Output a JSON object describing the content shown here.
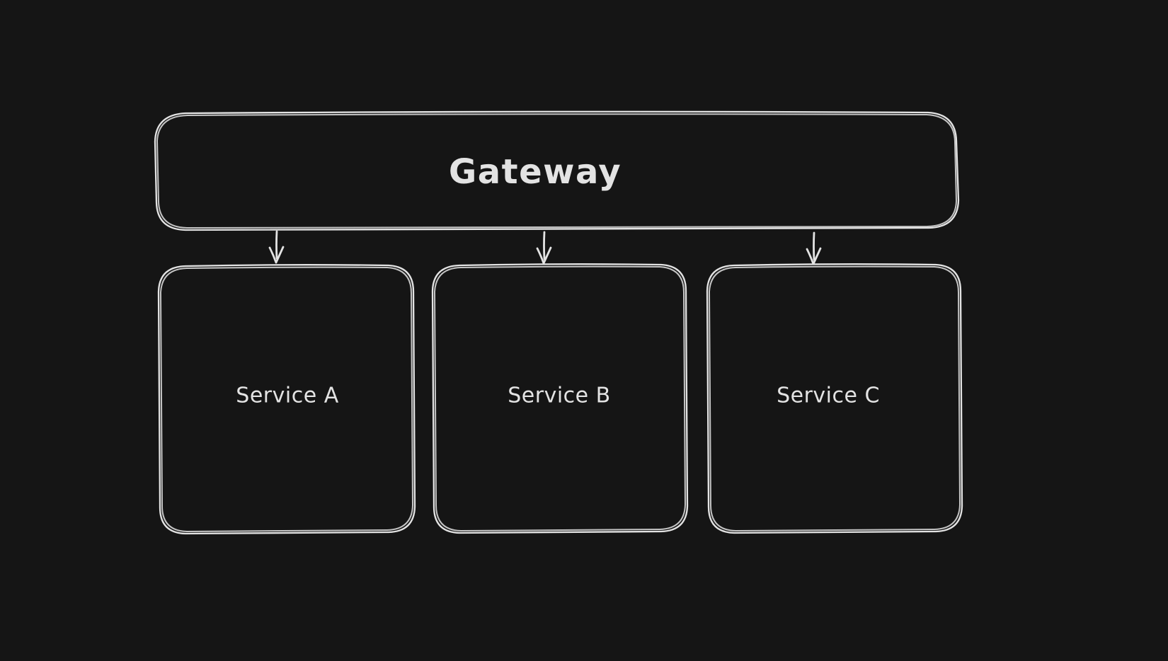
{
  "canvas": {
    "background_color": "#151515",
    "stroke_color": "#e3e3e3",
    "text_color": "#e3e3e3"
  },
  "diagram": {
    "nodes": {
      "gateway": {
        "label": "Gateway"
      },
      "service_a": {
        "label": "Service A"
      },
      "service_b": {
        "label": "Service B"
      },
      "service_c": {
        "label": "Service C"
      }
    },
    "edges": [
      {
        "from": "Gateway",
        "to": "Service A",
        "direction": "down"
      },
      {
        "from": "Gateway",
        "to": "Service B",
        "direction": "down"
      },
      {
        "from": "Gateway",
        "to": "Service C",
        "direction": "down"
      }
    ]
  }
}
